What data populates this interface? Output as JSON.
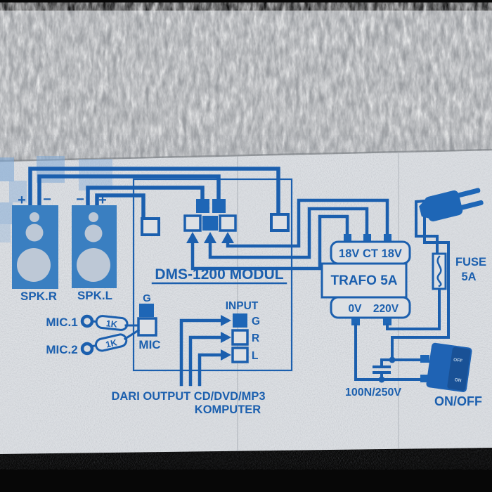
{
  "diagram": {
    "speakers": {
      "right_label": "SPK.R",
      "left_label": "SPK.L",
      "plus": "+",
      "minus": "−"
    },
    "mic_inputs": {
      "mic1_label": "MIC.1",
      "mic2_label": "MIC.2",
      "resistor1_value": "1K",
      "resistor2_value": "1K"
    },
    "module": {
      "title": "DMS-1200 MODUL",
      "ground_label": "G",
      "mic_label": "MIC",
      "input_label": "INPUT",
      "input_g": "G",
      "input_r": "R",
      "input_l": "L"
    },
    "source_note": {
      "line1": "DARI OUTPUT CD/DVD/MP3",
      "line2": "KOMPUTER"
    },
    "transformer": {
      "secondary_label": "18V CT 18V",
      "name": "TRAFO 5A",
      "primary_0v": "0V",
      "primary_220v": "220V"
    },
    "fuse": {
      "name": "FUSE",
      "rating": "5A"
    },
    "capacitor_label": "100N/250V",
    "power_switch": {
      "label": "ON/OFF",
      "off_text": "OFF",
      "on_text": "ON"
    }
  },
  "colors": {
    "ink_blue": "#1b5fae",
    "fill_blue": "#1e66b6",
    "speaker_blue": "#3a7fc1",
    "cone_gray": "#bdc8d6",
    "card_bg": "#dde0e4",
    "wall_gray": "#a2a5a9",
    "photo_black": "#070707",
    "tape_blue": "#7ea8d6"
  }
}
